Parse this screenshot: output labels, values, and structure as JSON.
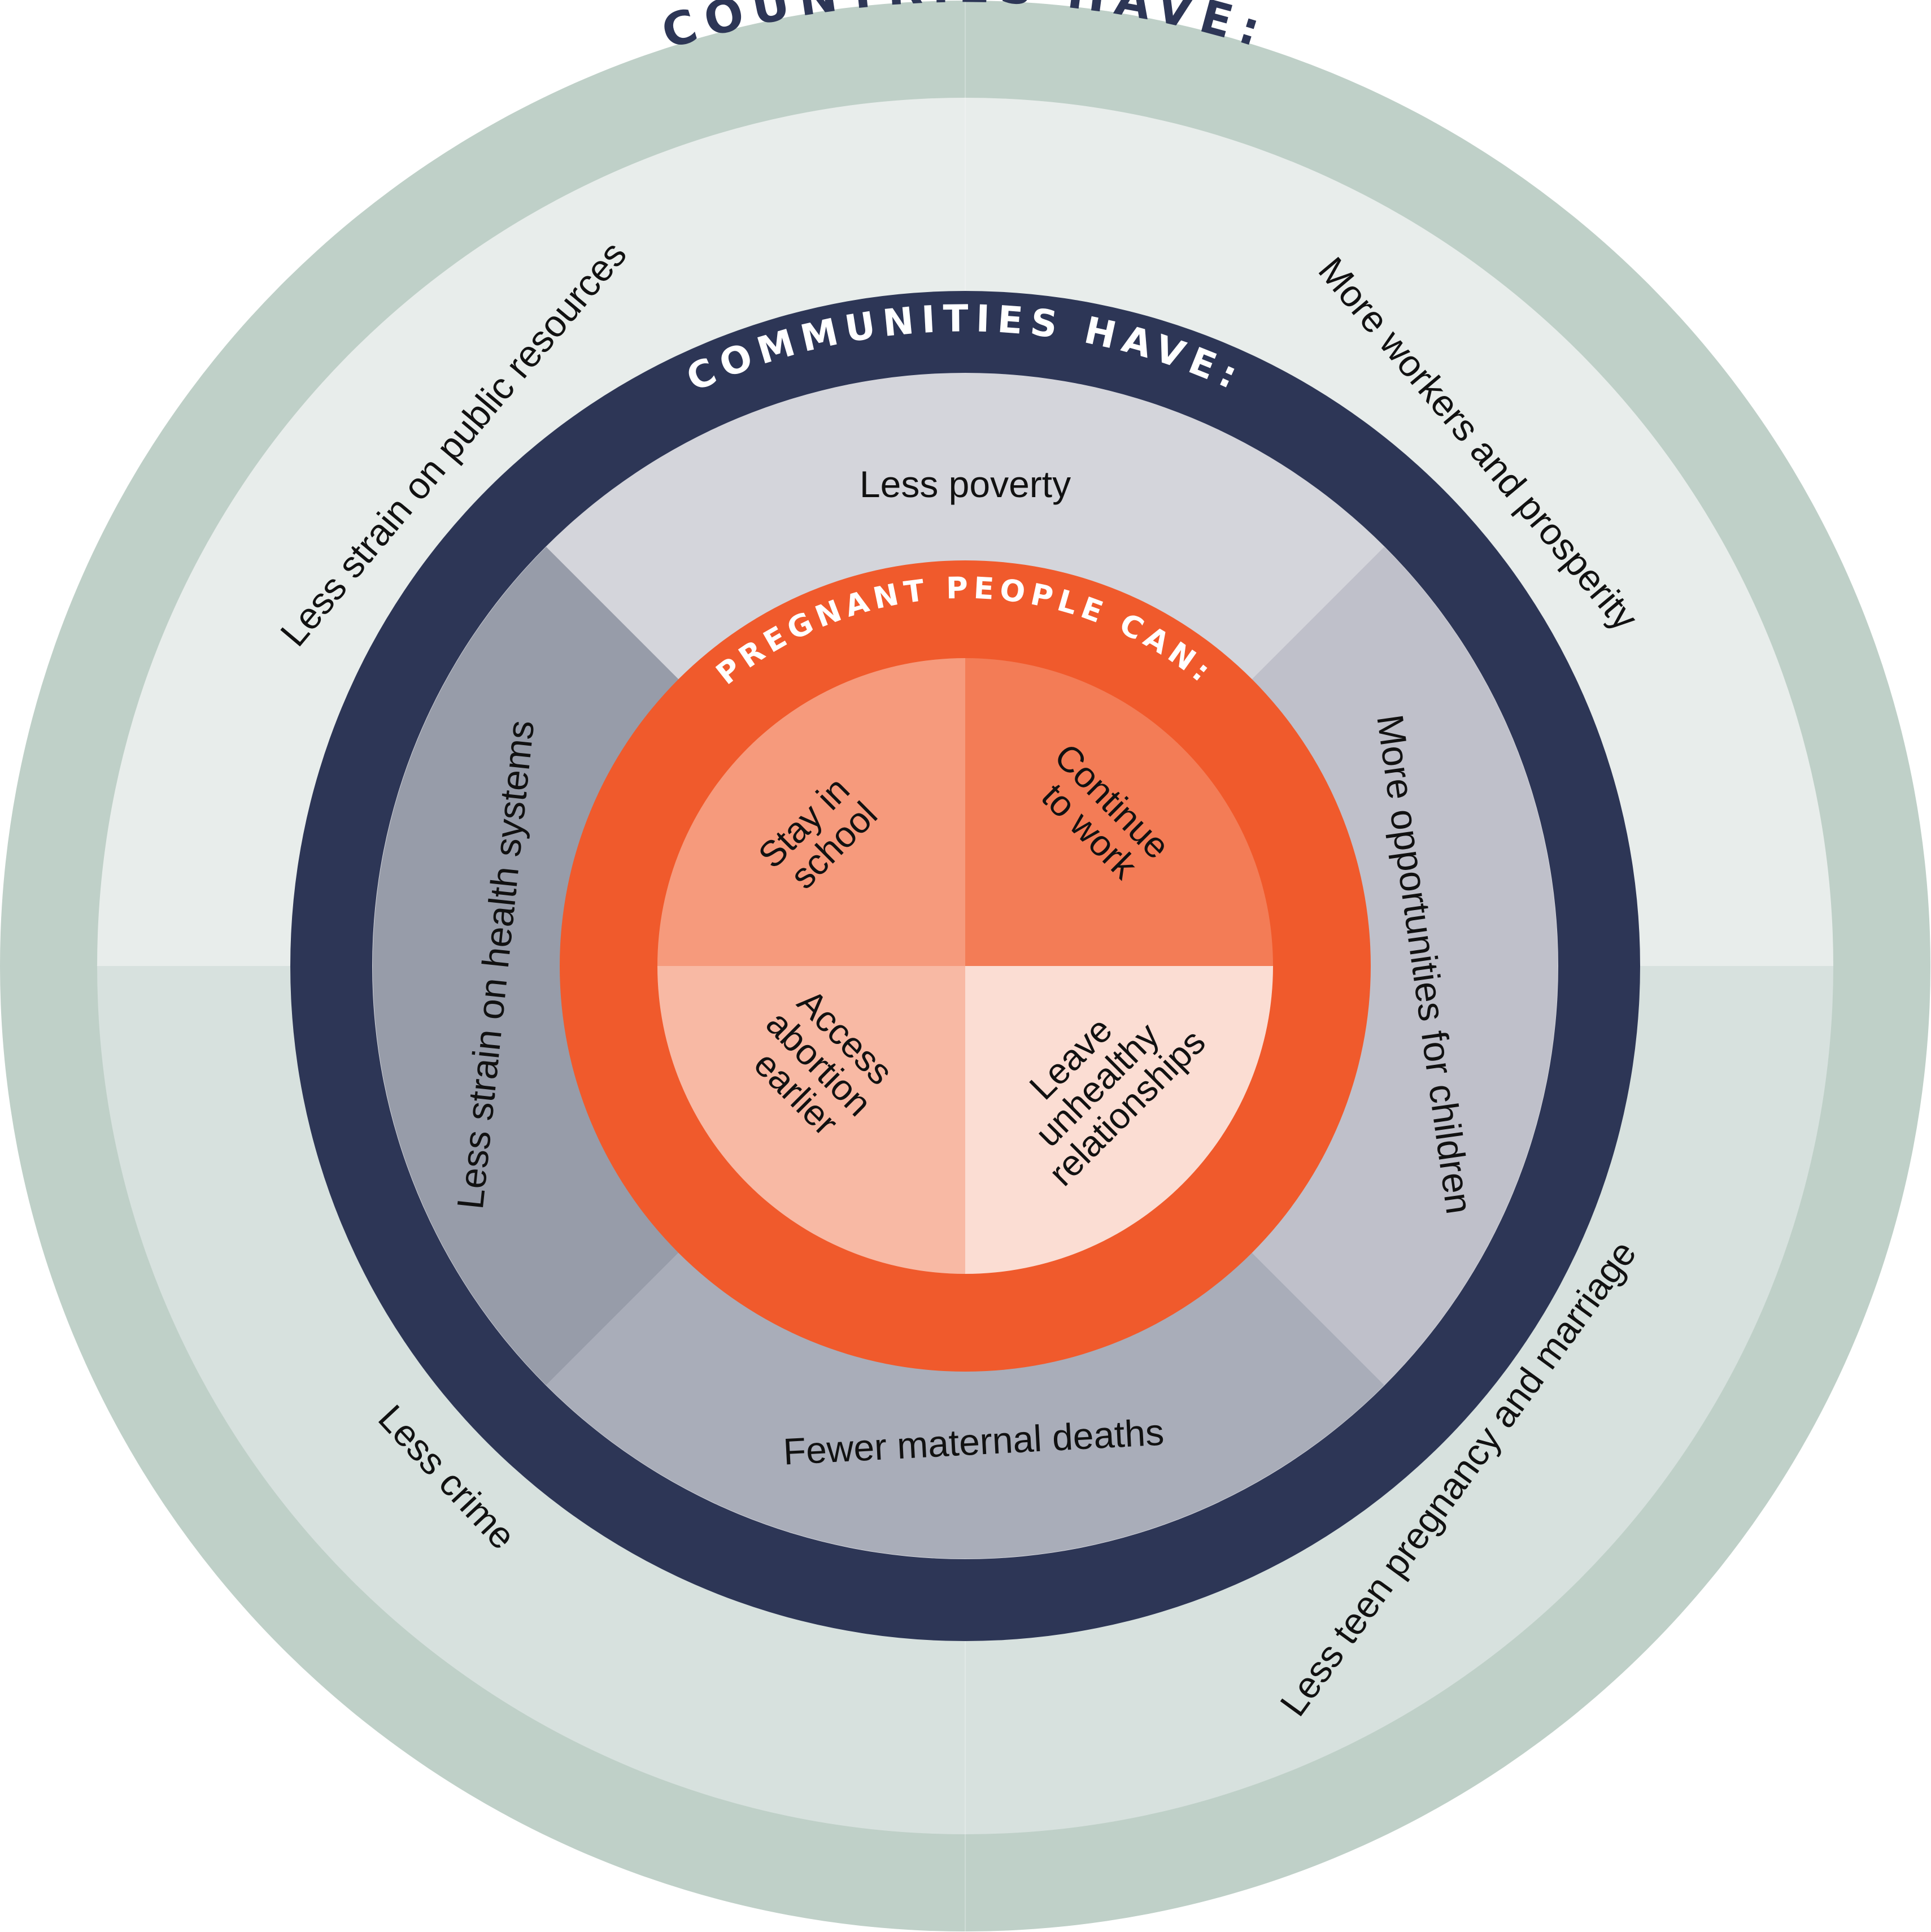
{
  "colors": {
    "outer_ring": "#bfd0c8",
    "countries_top": "#e8edeb",
    "countries_bottom": "#d7e1de",
    "communities_ring": "#2d3656",
    "communities_top": "#d4d5db",
    "communities_right": "#bfc0ca",
    "communities_bottom": "#a9adb9",
    "communities_left": "#979ca9",
    "people_ring": "#f05a2c",
    "people_tl": "#f69a7c",
    "people_tr": "#f37c56",
    "people_bl": "#f8b9a4",
    "people_br": "#fbddd3",
    "title_dark": "#2d3656",
    "title_light": "#ffffff",
    "text": "#111111"
  },
  "countries": {
    "title": "COUNTRIES HAVE:",
    "items": {
      "top_left": "Less strain on public resources",
      "top_right": "More workers and prosperity",
      "bottom_left": "Less crime",
      "bottom_right": "Less teen pregnancy and marriage"
    }
  },
  "communities": {
    "title": "COMMUNITIES HAVE:",
    "items": {
      "top": "Less poverty",
      "right": "More opportunities for children",
      "bottom": "Fewer maternal deaths",
      "left": "Less strain on health systems"
    }
  },
  "people": {
    "title": "PREGNANT PEOPLE CAN:",
    "items": {
      "top_left": [
        "Stay in",
        "school"
      ],
      "top_right": [
        "Continue",
        "to work"
      ],
      "bottom_left": [
        "Access",
        "abortion",
        "earlier"
      ],
      "bottom_right": [
        "Leave",
        "unhealthy",
        "relationships"
      ]
    }
  }
}
